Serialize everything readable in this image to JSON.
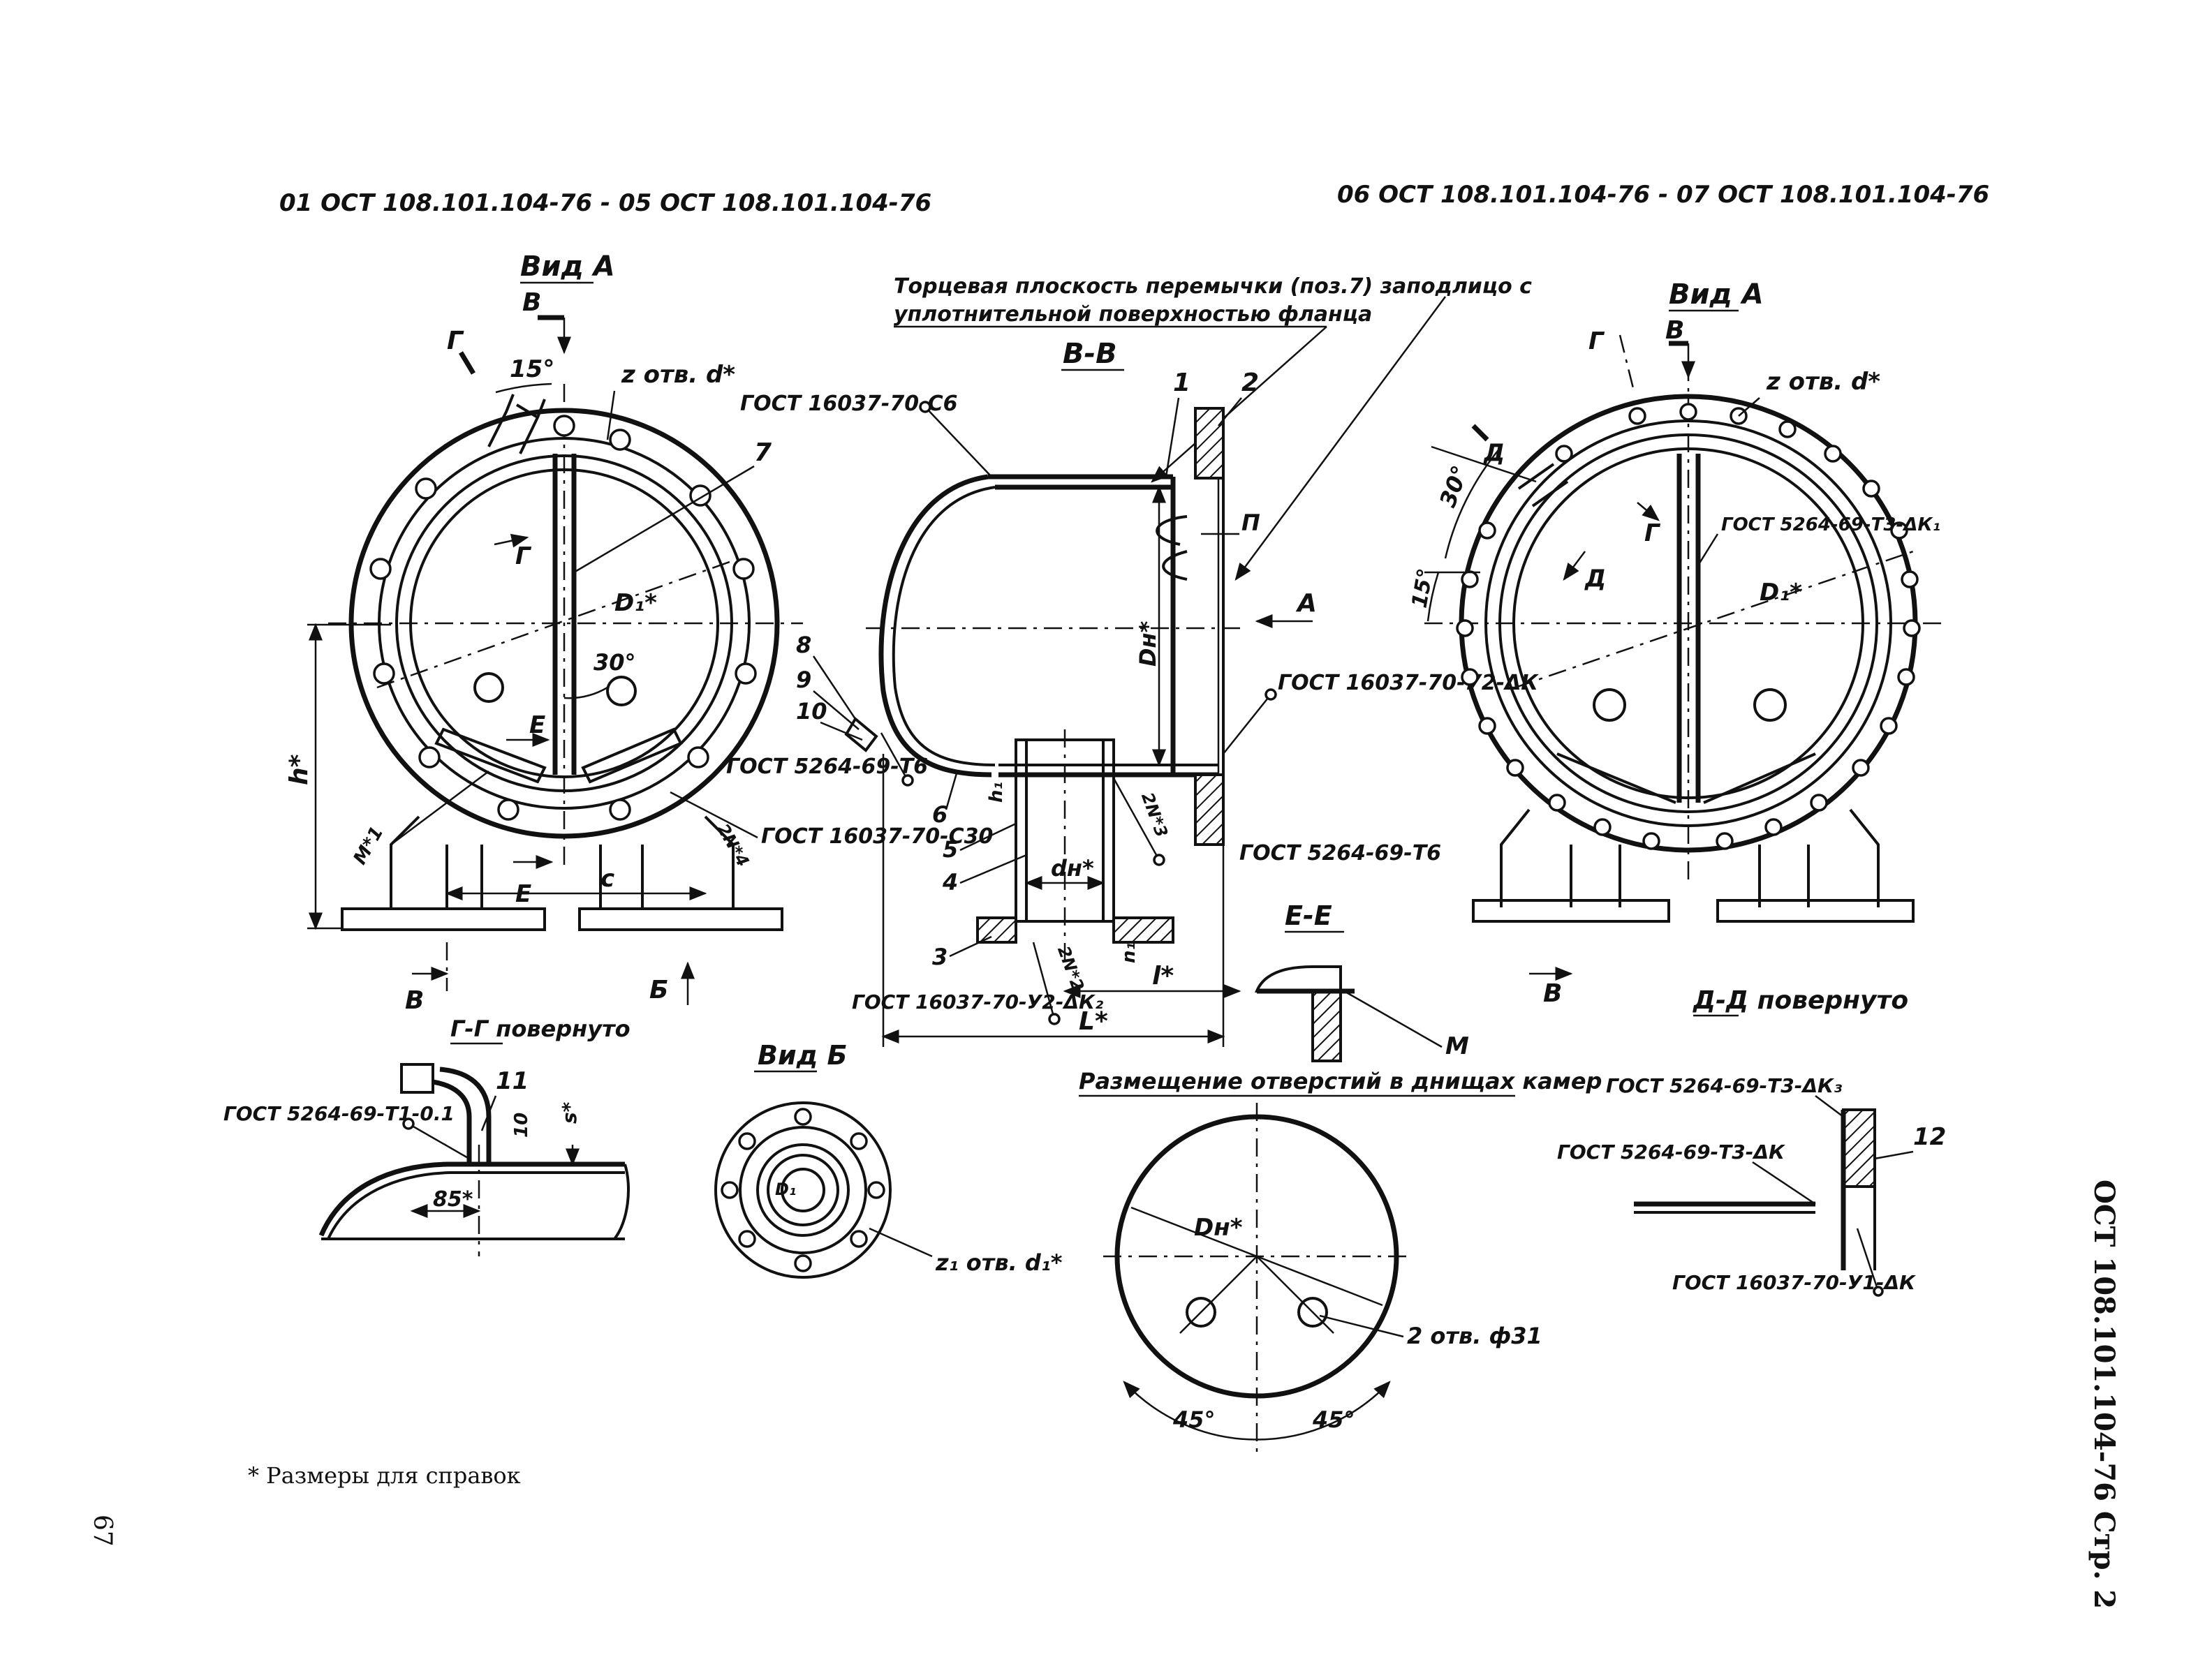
{
  "header": {
    "left": "01 ОСТ 108.101.104-76 - 05 ОСТ 108.101.104-76",
    "right": "06 ОСТ 108.101.104-76 - 07 ОСТ 108.101.104-76"
  },
  "left_view": {
    "title": "Вид А",
    "marks": [
      "В",
      "Г",
      "Г",
      "Е",
      "Е",
      "В",
      "Б"
    ],
    "angle_15": "15°",
    "angle_30": "30°",
    "holes": "z отв. d*",
    "pos7": "7",
    "diam": "D₁*",
    "height": "h*",
    "m1": "M*1",
    "n4": "2N*4",
    "c": "c",
    "gost": "ГОСТ 16037-70-С30"
  },
  "section_vv": {
    "title": "В-В",
    "note_line1": "Торцевая плоскость перемычки (поз.7) заподлицо с",
    "note_line2": "уплотнительной поверхностью фланца",
    "gost_c6": "ГОСТ 16037-70-С6",
    "gost_u2": "ГОСТ 16037-70-У2-ΔК",
    "gost_t6a": "ГОСТ 5264-69-Т6",
    "gost_t6b": "ГОСТ 5264-69-Т6",
    "gost_k2": "ГОСТ 16037-70-У2-ΔК₂",
    "pos": [
      "1",
      "2",
      "3",
      "4",
      "5",
      "6",
      "8",
      "9",
      "10"
    ],
    "dn": "Dн*",
    "dn_small": "dн*",
    "h1": "h₁",
    "n1": "n₁",
    "n2": "2N*2",
    "n3": "2N*3",
    "l": "l*",
    "L": "L*",
    "p": "П",
    "arrow_a": "A"
  },
  "right_view": {
    "title": "Вид А",
    "marks": [
      "В",
      "Г",
      "Г",
      "Д",
      "Д",
      "В"
    ],
    "angle_30": "30°",
    "angle_15": "15°",
    "holes": "z отв. d*",
    "gost": "ГОСТ 5264-69-Т3-ΔК₁",
    "diam": "D₁*"
  },
  "section_gg": {
    "title": "Г-Г повернуто",
    "gost": "ГОСТ 5264-69-Т1-0.1",
    "pos11": "11",
    "d10": "10",
    "s": "s*",
    "d85": "85*"
  },
  "view_b": {
    "title": "Вид Б",
    "holes": "z₁ отв. d₁*",
    "inner": "D₁"
  },
  "section_ee": {
    "title": "Е-Е",
    "m": "М"
  },
  "holes_layout": {
    "title": "Размещение отверстий в днищах камер",
    "dn": "Dн*",
    "holes": "2 отв. ф31",
    "angle1": "45°",
    "angle2": "45°"
  },
  "section_dd": {
    "title": "Д-Д повернуто",
    "gost1": "ГОСТ 5264-69-Т3-ΔК₃",
    "gost2": "ГОСТ 5264-69-Т3-ΔК",
    "gost3": "ГОСТ 16037-70-У1-ΔК",
    "pos12": "12"
  },
  "footnote": "* Размеры для справок",
  "page_number": "67",
  "side_stamp": "ОСТ 108.101.104-76  Стр. 2"
}
